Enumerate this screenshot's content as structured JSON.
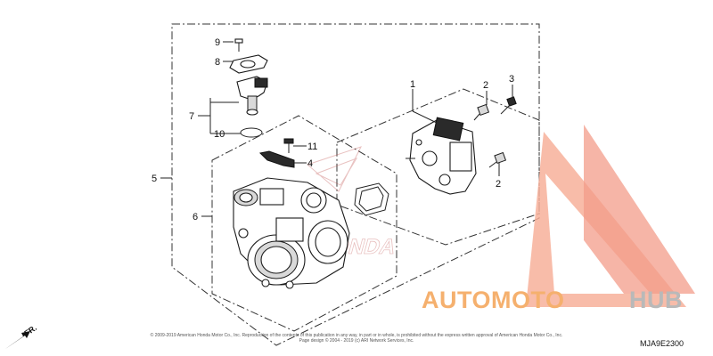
{
  "callouts": {
    "c1": "1",
    "c2a": "2",
    "c2b": "2",
    "c3": "3",
    "c4": "4",
    "c5": "5",
    "c6": "6",
    "c7": "7",
    "c8": "8",
    "c9": "9",
    "c10": "10",
    "c11": "11"
  },
  "direction_label": "FR.",
  "diagram_code": "MJA9E2300",
  "copyright_line1": "© 2009-2019 American Honda Motor Co., Inc. Reproduction of the contents of this publication in any way, in part or in whole, is prohibited without the express written approval of American Honda Motor Co., Inc.",
  "copyright_line2": "Page design © 2004 - 2019 (c) ARI Network Services, Inc.",
  "watermark": {
    "part1": "AUTOMOTO",
    "part2": "HUB",
    "color_primary": "#f7b09a",
    "color_secondary": "#b9b9b9"
  },
  "logo_text": "HONDA"
}
